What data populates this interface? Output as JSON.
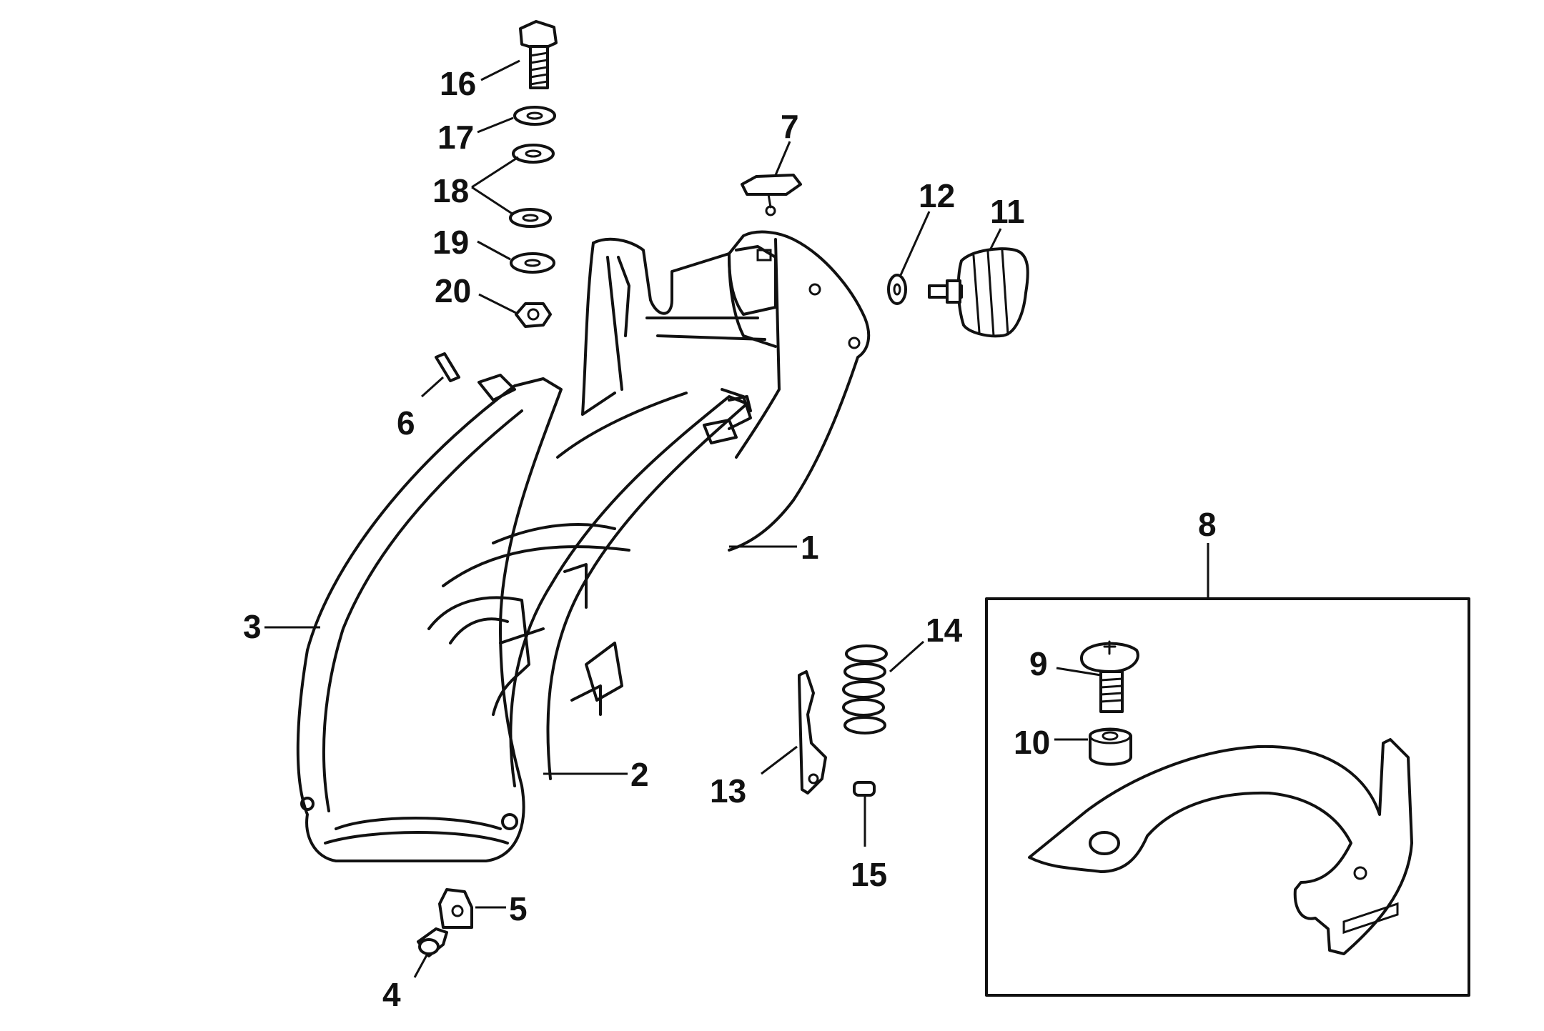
{
  "callouts": {
    "c1": "1",
    "c2": "2",
    "c3": "3",
    "c4": "4",
    "c5": "5",
    "c6": "6",
    "c7": "7",
    "c8": "8",
    "c9": "9",
    "c10": "10",
    "c11": "11",
    "c12": "12",
    "c13": "13",
    "c14": "14",
    "c15": "15",
    "c16": "16",
    "c17": "17",
    "c18": "18",
    "c19": "19",
    "c20": "20"
  },
  "icons": {
    "bracket": "swivel-bracket-icon",
    "clamp": "clamp-frame-icon",
    "knob": "thumb-knob-icon",
    "bolt": "bolt-icon",
    "washer": "washer-icon",
    "nut": "nut-icon",
    "spring": "spring-icon",
    "pin": "pin-icon",
    "latch": "latch-icon",
    "lever": "tilt-lever-icon"
  },
  "colors": {
    "ink": "#111111",
    "paper": "#ffffff"
  }
}
